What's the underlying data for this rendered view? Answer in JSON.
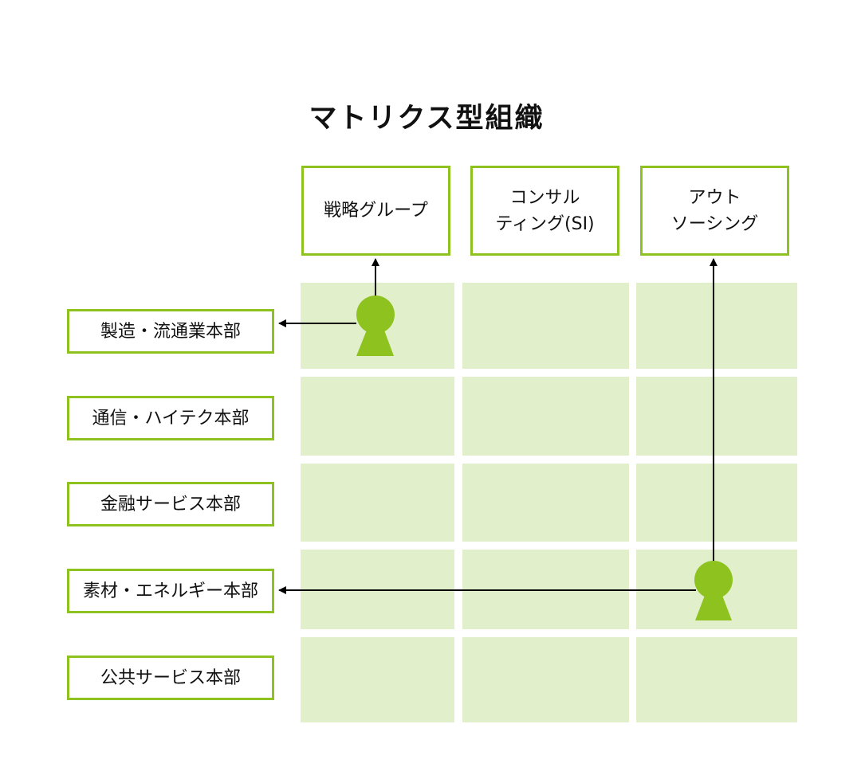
{
  "title": "マトリクス型組織",
  "columns": [
    "戦略グループ",
    "コンサル\nティング(SI)",
    "アウト\nソーシング"
  ],
  "rows": [
    "製造・流通業本部",
    "通信・ハイテク本部",
    "金融サービス本部",
    "素材・エネルギー本部",
    "公共サービス本部"
  ],
  "colors": {
    "accent": "#8dc21f",
    "cell": "#e2efcb"
  }
}
